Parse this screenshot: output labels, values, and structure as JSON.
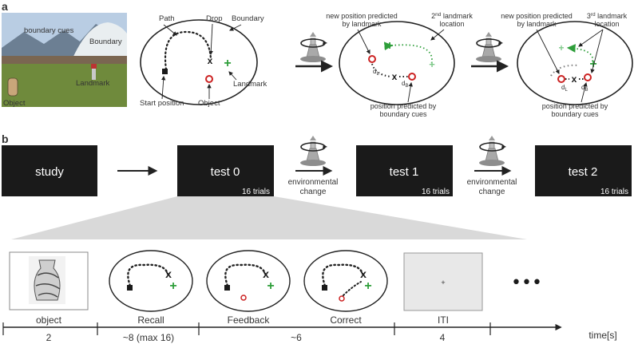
{
  "panel_a": {
    "label": "a",
    "scene": {
      "boundary_cues": "boundary cues",
      "boundary": "Boundary",
      "landmark": "Landmark",
      "object": "Object"
    },
    "schematic": {
      "path": "Path",
      "drop": "Drop",
      "boundary": "Boundary",
      "landmark": "Landmark",
      "start_position": "Start position",
      "object": "Object"
    },
    "change1": {
      "predicted_landmark": [
        "new position predicted",
        "by landmark"
      ],
      "landmark_loc_pre": "2",
      "landmark_loc_sup": "nd",
      "landmark_loc_post": " landmark",
      "landmark_loc_line2": "location",
      "predicted_boundary": [
        "position predicted by",
        "boundary cues"
      ],
      "dL": "d",
      "dL_sub": "L",
      "dB": "d",
      "dB_sub": "B"
    },
    "change2": {
      "predicted_landmark": [
        "new position predicted",
        "by landmark"
      ],
      "landmark_loc_pre": "3",
      "landmark_loc_sup": "rd",
      "landmark_loc_post": " landmark",
      "landmark_loc_line2": "location",
      "predicted_boundary": [
        "position predicted by",
        "boundary cues"
      ],
      "dL": "d",
      "dL_sub": "L",
      "dB": "d",
      "dB_sub": "B"
    }
  },
  "panel_b": {
    "label": "b",
    "blocks": [
      {
        "name": "study",
        "trials": ""
      },
      {
        "name": "test 0",
        "trials": "16 trials"
      },
      {
        "name": "test 1",
        "trials": "16 trials"
      },
      {
        "name": "test 2",
        "trials": "16 trials"
      }
    ],
    "change_label": [
      "environmental",
      "change"
    ],
    "timeline": {
      "phases": [
        "object",
        "Recall",
        "Feedback",
        "Correct",
        "ITI"
      ],
      "durations": [
        "2",
        "~8 (max 16)",
        "~6",
        "4"
      ],
      "axis_label": "time[s]",
      "ellipsis": "•••",
      "iti_fixation": "+"
    }
  },
  "colors": {
    "block_fill": "#1a1a1a",
    "landmark_green": "#2e9e3a",
    "object_red": "#cc2222",
    "grass": "#6f8a3c",
    "sky": "#b9cde3"
  }
}
